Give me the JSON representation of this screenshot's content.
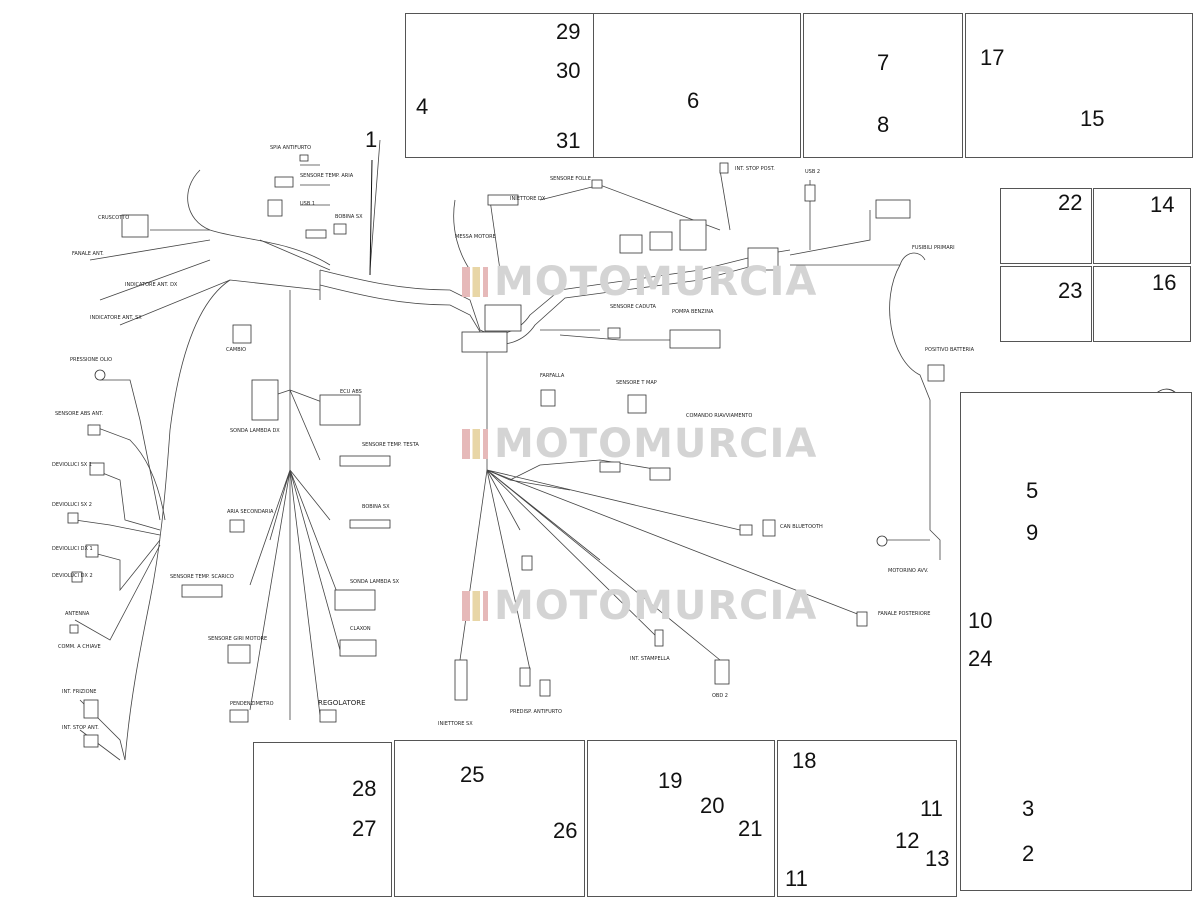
{
  "callouts": {
    "n1": "1",
    "n2": "2",
    "n3": "3",
    "n4": "4",
    "n5": "5",
    "n6": "6",
    "n7": "7",
    "n8": "8",
    "n9": "9",
    "n10": "10",
    "n11a": "11",
    "n11b": "11",
    "n12": "12",
    "n13": "13",
    "n14": "14",
    "n15": "15",
    "n16": "16",
    "n17": "17",
    "n18": "18",
    "n19": "19",
    "n20": "20",
    "n21": "21",
    "n22": "22",
    "n23": "23",
    "n24": "24",
    "n25": "25",
    "n26": "26",
    "n27": "27",
    "n28": "28",
    "n29": "29",
    "n30": "30",
    "n31": "31"
  },
  "watermark": "MOTOMURCIA",
  "harness_labels": {
    "spia_antifurto": "SPIA ANTIFURTO",
    "sensore_temp_aria": "SENSORE TEMP. ARIA",
    "usb1": "USB 1",
    "cruscotto": "CRUSCOTTO",
    "bobina_sx": "BOBINA SX",
    "sensore_folle": "SENSORE FOLLE",
    "int_stop_post": "INT. STOP POST.",
    "usb2": "USB 2",
    "fanale_ant": "FANALE ANT.",
    "iniettore_dx": "INIETTORE DX",
    "messa_motore": "MESSA MOTORE",
    "indicatore_ant_dx": "INDICATORE ANT. DX",
    "indicatore_ant_sx": "INDICATORE ANT. SX",
    "fusibili_primari": "FUSIBILI PRIMARI",
    "sensore_caduta": "SENSORE CADUTA",
    "pompa_benzina": "POMPA BENZINA",
    "pressione_olio": "PRESSIONE OLIO",
    "sensore_abs_ant": "SENSORE ABS ANT.",
    "devioluci_sx1": "DEVIOLUCI SX 1",
    "devioluci_sx2": "DEVIOLUCI SX 2",
    "devioluci_dx1": "DEVIOLUCI DX 1",
    "devioluci_dx2": "DEVIOLUCI DX 2",
    "antenna": "ANTENNA",
    "comm_a_chiave": "COMM. A CHIAVE",
    "int_frizione": "INT. FRIZIONE",
    "int_stop_ant": "INT. STOP ANT.",
    "cambio": "CAMBIO",
    "sonda_lambda_dx": "SONDA LAMBDA DX",
    "ecu_abs": "ECU ABS",
    "sensore_temp_testa": "SENSORE TEMP. TESTA",
    "farfalla": "FARFALLA",
    "sensore_t_map": "SENSORE T MAP",
    "comando_riavviamento": "COMANDO RIAVVIAMENTO",
    "positivo_batteria": "POSITIVO BATTERIA",
    "aria_secondaria": "ARIA SECONDARIA",
    "bobina_sx2": "BOBINA SX",
    "can_bluetooth": "CAN BLUETOOTH",
    "sensore_temp_scarico": "SENSORE TEMP. SCARICO",
    "sonda_lambda_sx": "SONDA LAMBDA SX",
    "sensore_giri_motore": "SENSORE GIRI MOTORE",
    "claxon": "CLAXON",
    "fanale_posteriore": "FANALE POSTERIORE",
    "motorino_avv": "MOTORINO AVV.",
    "int_stampella": "INT. STAMPELLA",
    "obd2": "OBD 2",
    "pendenzimetro": "PENDENZIMETRO",
    "regolatore": "REGOLATORE",
    "iniettore_sx": "INIETTORE SX",
    "predisp_antifurto": "PREDISP. ANTIFURTO"
  }
}
